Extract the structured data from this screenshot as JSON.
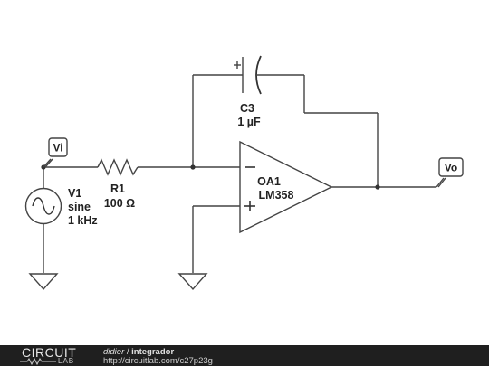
{
  "schematic": {
    "probes": {
      "input": "Vi",
      "output": "Vo"
    },
    "source": {
      "name": "V1",
      "type": "sine",
      "frequency": "1 kHz"
    },
    "resistor": {
      "name": "R1",
      "value": "100 Ω"
    },
    "capacitor": {
      "name": "C3",
      "value": "1 µF"
    },
    "opamp": {
      "name": "OA1",
      "part": "LM358"
    }
  },
  "footer": {
    "logo_top": "CIRCUIT",
    "logo_bottom": "LAB",
    "author": "didier",
    "separator": " / ",
    "title": "integrador",
    "url": "http://circuitlab.com/c27p23g"
  }
}
